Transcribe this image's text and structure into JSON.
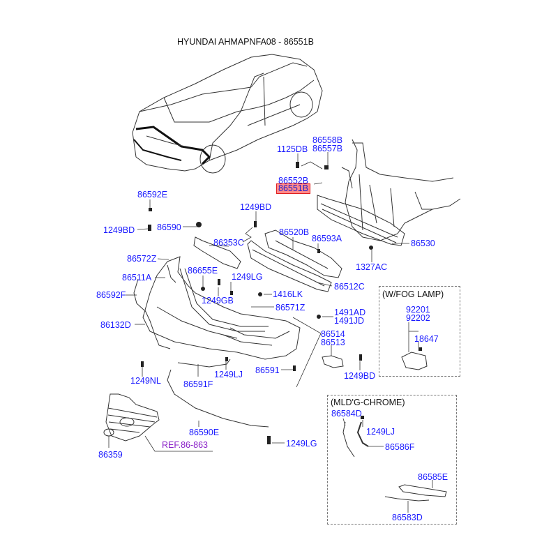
{
  "header": {
    "title": "HYUNDAI AHMAPNFA08 - 86551B"
  },
  "highlight": {
    "part": "86551B",
    "color": "#ff8a8a",
    "border": "#e02020"
  },
  "colors": {
    "label": "#1a1aff",
    "ref": "#8a20c8",
    "line": "#333333"
  },
  "boxes": {
    "fog_lamp": {
      "title": "(W/FOG LAMP)"
    },
    "chrome": {
      "title": "(MLD'G-CHROME)"
    }
  },
  "labels": {
    "p1125DB": "1125DB",
    "p86558B": "86558B",
    "p86557B": "86557B",
    "p86552B": "86552B",
    "p86551B": "86551B",
    "p86592E": "86592E",
    "p1249BD_a": "1249BD",
    "p86590": "86590",
    "p1249BD_b": "1249BD",
    "p86353C": "86353C",
    "p86520B": "86520B",
    "p86593A": "86593A",
    "p86530": "86530",
    "p1327AC": "1327AC",
    "p86572Z": "86572Z",
    "p86511A": "86511A",
    "p86655E": "86655E",
    "p1249LG_a": "1249LG",
    "p86512C": "86512C",
    "p86592F": "86592F",
    "p1249GB": "1249GB",
    "p1416LK": "1416LK",
    "p86571Z": "86571Z",
    "p86132D": "86132D",
    "p1491AD": "1491AD",
    "p1491JD": "1491JD",
    "p86514": "86514",
    "p86513": "86513",
    "p92201": "92201",
    "p92202": "92202",
    "p18647": "18647",
    "p1249NL": "1249NL",
    "p86591F": "86591F",
    "p1249LJ_a": "1249LJ",
    "p86591": "86591",
    "p1249BD_c": "1249BD",
    "p86590E": "86590E",
    "p1249LG_b": "1249LG",
    "p86359": "86359",
    "ref": "REF.86-863",
    "p86584D": "86584D",
    "p1249LJ_b": "1249LJ",
    "p86586F": "86586F",
    "p86585E": "86585E",
    "p86583D": "86583D"
  }
}
